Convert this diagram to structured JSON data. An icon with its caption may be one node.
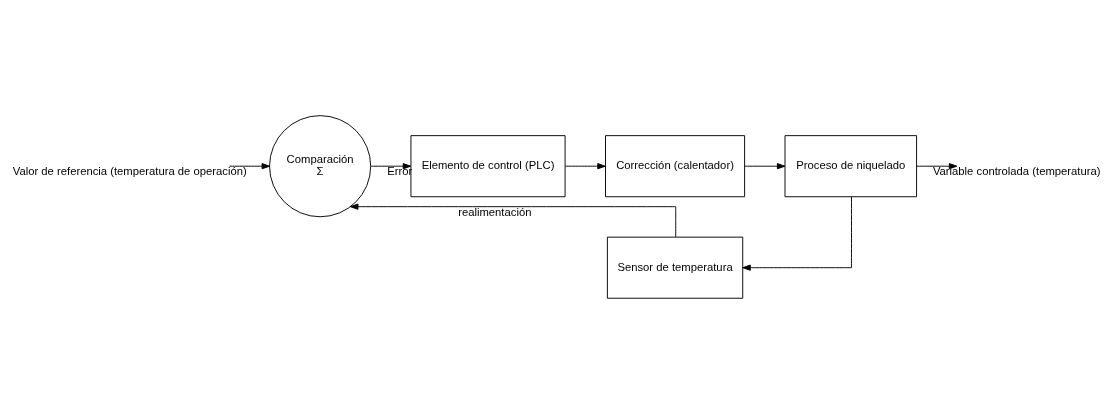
{
  "diagram": {
    "nodes": [
      {
        "text": [
          "Comparación",
          "Σ"
        ]
      },
      {
        "text": [
          "Elemento de control (PLC)"
        ]
      },
      {
        "text": [
          "Corrección (calentador)"
        ]
      },
      {
        "text": [
          "Proceso de niquelado"
        ]
      },
      {
        "text": [
          "Sensor de temperatura"
        ]
      }
    ],
    "edges": [
      {
        "from": null,
        "to": 0,
        "arrow": "to",
        "label": "Valor de referencia (temperatura de operación)"
      },
      {
        "from": 0,
        "to": 1,
        "arrow": "to",
        "label": "Error"
      },
      {
        "from": 1,
        "to": 2,
        "arrow": "to"
      },
      {
        "from": 2,
        "to": 3,
        "arrow": "to"
      },
      {
        "from": 3,
        "to": null,
        "arrow": "to",
        "label": "Variable controlada (temperatura)"
      },
      {
        "from": 3,
        "to": 4,
        "arrow": "to"
      },
      {
        "from": 4,
        "to": 0,
        "arrow": "to",
        "label": "realimentación"
      }
    ]
  }
}
